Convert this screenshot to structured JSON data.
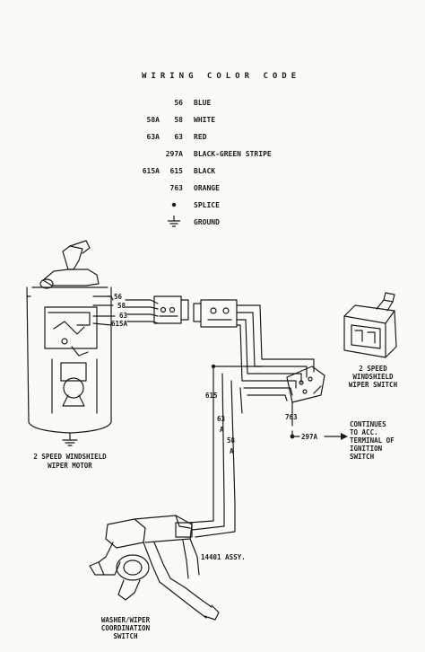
{
  "legend": {
    "title": "WIRING COLOR CODE",
    "rows": [
      {
        "a": "",
        "b": "56",
        "color": "BLUE"
      },
      {
        "a": "58A",
        "b": "58",
        "color": "WHITE"
      },
      {
        "a": "63A",
        "b": "63",
        "color": "RED"
      },
      {
        "a": "",
        "b": "297A",
        "color": "BLACK-GREEN STRIPE"
      },
      {
        "a": "615A",
        "b": "615",
        "color": "BLACK"
      },
      {
        "a": "",
        "b": "763",
        "color": "ORANGE"
      }
    ],
    "splice_label": "SPLICE",
    "ground_label": "GROUND"
  },
  "motor": {
    "terminals": [
      "56",
      "58",
      "63",
      "615A"
    ],
    "caption_line1": "2 SPEED WINDSHIELD",
    "caption_line2": "WIPER MOTOR"
  },
  "harness": {
    "wire_615": "615",
    "wire_63": "63",
    "wire_63_a": "A",
    "wire_58": "58",
    "wire_58_a": "A",
    "wire_763": "763",
    "wire_297a": "297A"
  },
  "switch": {
    "caption_line1": "2 SPEED",
    "caption_line2": "WINDSHIELD",
    "caption_line3": "WIPER SWITCH"
  },
  "continues": {
    "line1": "CONTINUES",
    "line2": "TO ACC.",
    "line3": "TERMINAL OF",
    "line4": "IGNITION",
    "line5": "SWITCH"
  },
  "assembly": {
    "label": "14401 ASSY.",
    "caption_line1": "WASHER/WIPER",
    "caption_line2": "COORDINATION",
    "caption_line3": "SWITCH"
  },
  "colors": {
    "ink": "#1b1b1b",
    "paper": "#fbfaf6"
  }
}
